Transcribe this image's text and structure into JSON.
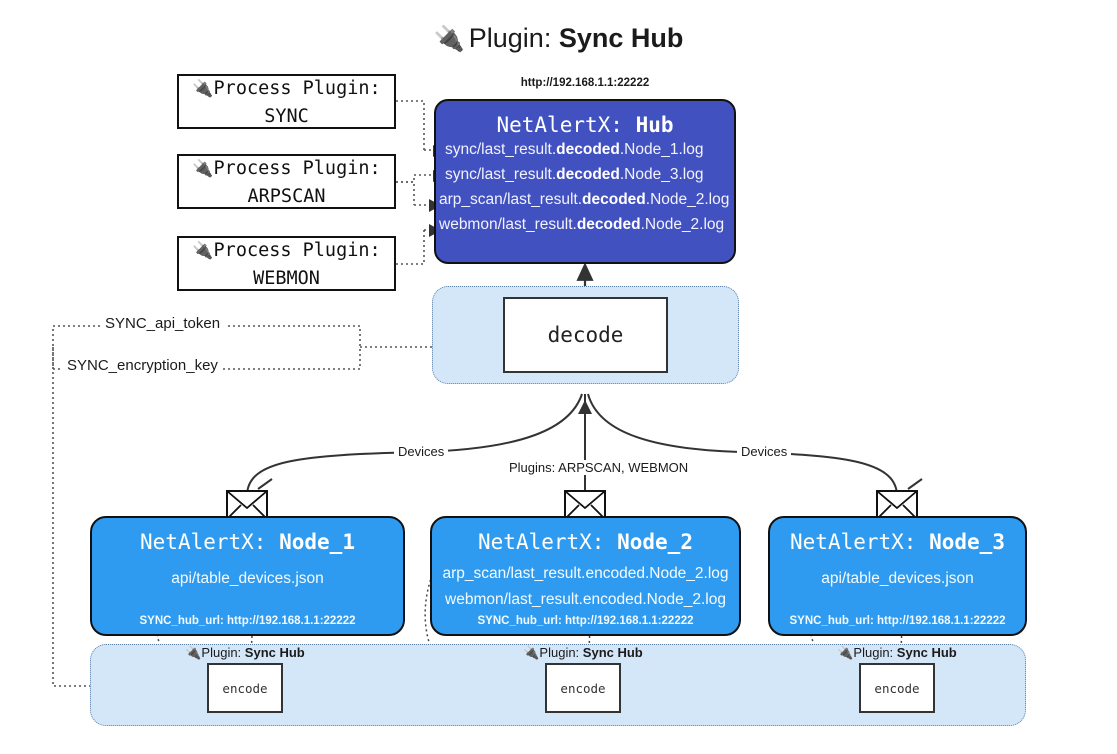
{
  "title": {
    "icon": "plug-icon",
    "prefix": "Plugin:",
    "name": "Sync Hub"
  },
  "process_plugins": [
    {
      "icon": "plug-icon",
      "line1": "Process Plugin:",
      "line2": "SYNC"
    },
    {
      "icon": "plug-icon",
      "line1": "Process Plugin:",
      "line2": "ARPSCAN"
    },
    {
      "icon": "plug-icon",
      "line1": "Process Plugin:",
      "line2": "WEBMON"
    }
  ],
  "hub": {
    "url": "http://192.168.1.1:22222",
    "title_prefix": "NetAlertX:",
    "title_name": "Hub",
    "logs": [
      {
        "pre": "sync/last_result.",
        "em": "decoded",
        "post": ".Node_1.log"
      },
      {
        "pre": "sync/last_result.",
        "em": "decoded",
        "post": ".Node_3.log"
      },
      {
        "pre": "arp_scan/last_result.",
        "em": "decoded",
        "post": ".Node_2.log"
      },
      {
        "pre": "webmon/last_result.",
        "em": "decoded",
        "post": ".Node_2.log"
      }
    ]
  },
  "decode": {
    "label": "decode"
  },
  "secrets": [
    {
      "label": "SYNC_api_token"
    },
    {
      "label": "SYNC_encryption_key"
    }
  ],
  "edge_labels": {
    "devices_left": "Devices",
    "devices_right": "Devices",
    "plugins_center": "Plugins: ARPSCAN, WEBMON"
  },
  "nodes": [
    {
      "icon": "envelope-icon",
      "title_prefix": "NetAlertX:",
      "title_name": "Node_1",
      "lines": [
        "api/table_devices.json"
      ],
      "footer": "SYNC_hub_url: http://192.168.1.1:22222"
    },
    {
      "icon": "envelope-icon",
      "title_prefix": "NetAlertX:",
      "title_name": "Node_2",
      "lines": [
        "arp_scan/last_result.encoded.Node_2.log",
        "webmon/last_result.encoded.Node_2.log"
      ],
      "footer": "SYNC_hub_url: http://192.168.1.1:22222"
    },
    {
      "icon": "envelope-icon",
      "title_prefix": "NetAlertX:",
      "title_name": "Node_3",
      "lines": [
        "api/table_devices.json"
      ],
      "footer": "SYNC_hub_url: http://192.168.1.1:22222"
    }
  ],
  "encoders": [
    {
      "icon": "plug-icon",
      "caption_prefix": "Plugin:",
      "caption_name": "Sync Hub",
      "label": "encode"
    },
    {
      "icon": "plug-icon",
      "caption_prefix": "Plugin:",
      "caption_name": "Sync Hub",
      "label": "encode"
    },
    {
      "icon": "plug-icon",
      "caption_prefix": "Plugin:",
      "caption_name": "Sync Hub",
      "label": "encode"
    }
  ],
  "colors": {
    "hub_fill": "#4251c0",
    "node_fill": "#2f9bf0",
    "group_fill": "#d4e7f9",
    "group_border": "#5b7ea6",
    "stroke": "#333333"
  }
}
